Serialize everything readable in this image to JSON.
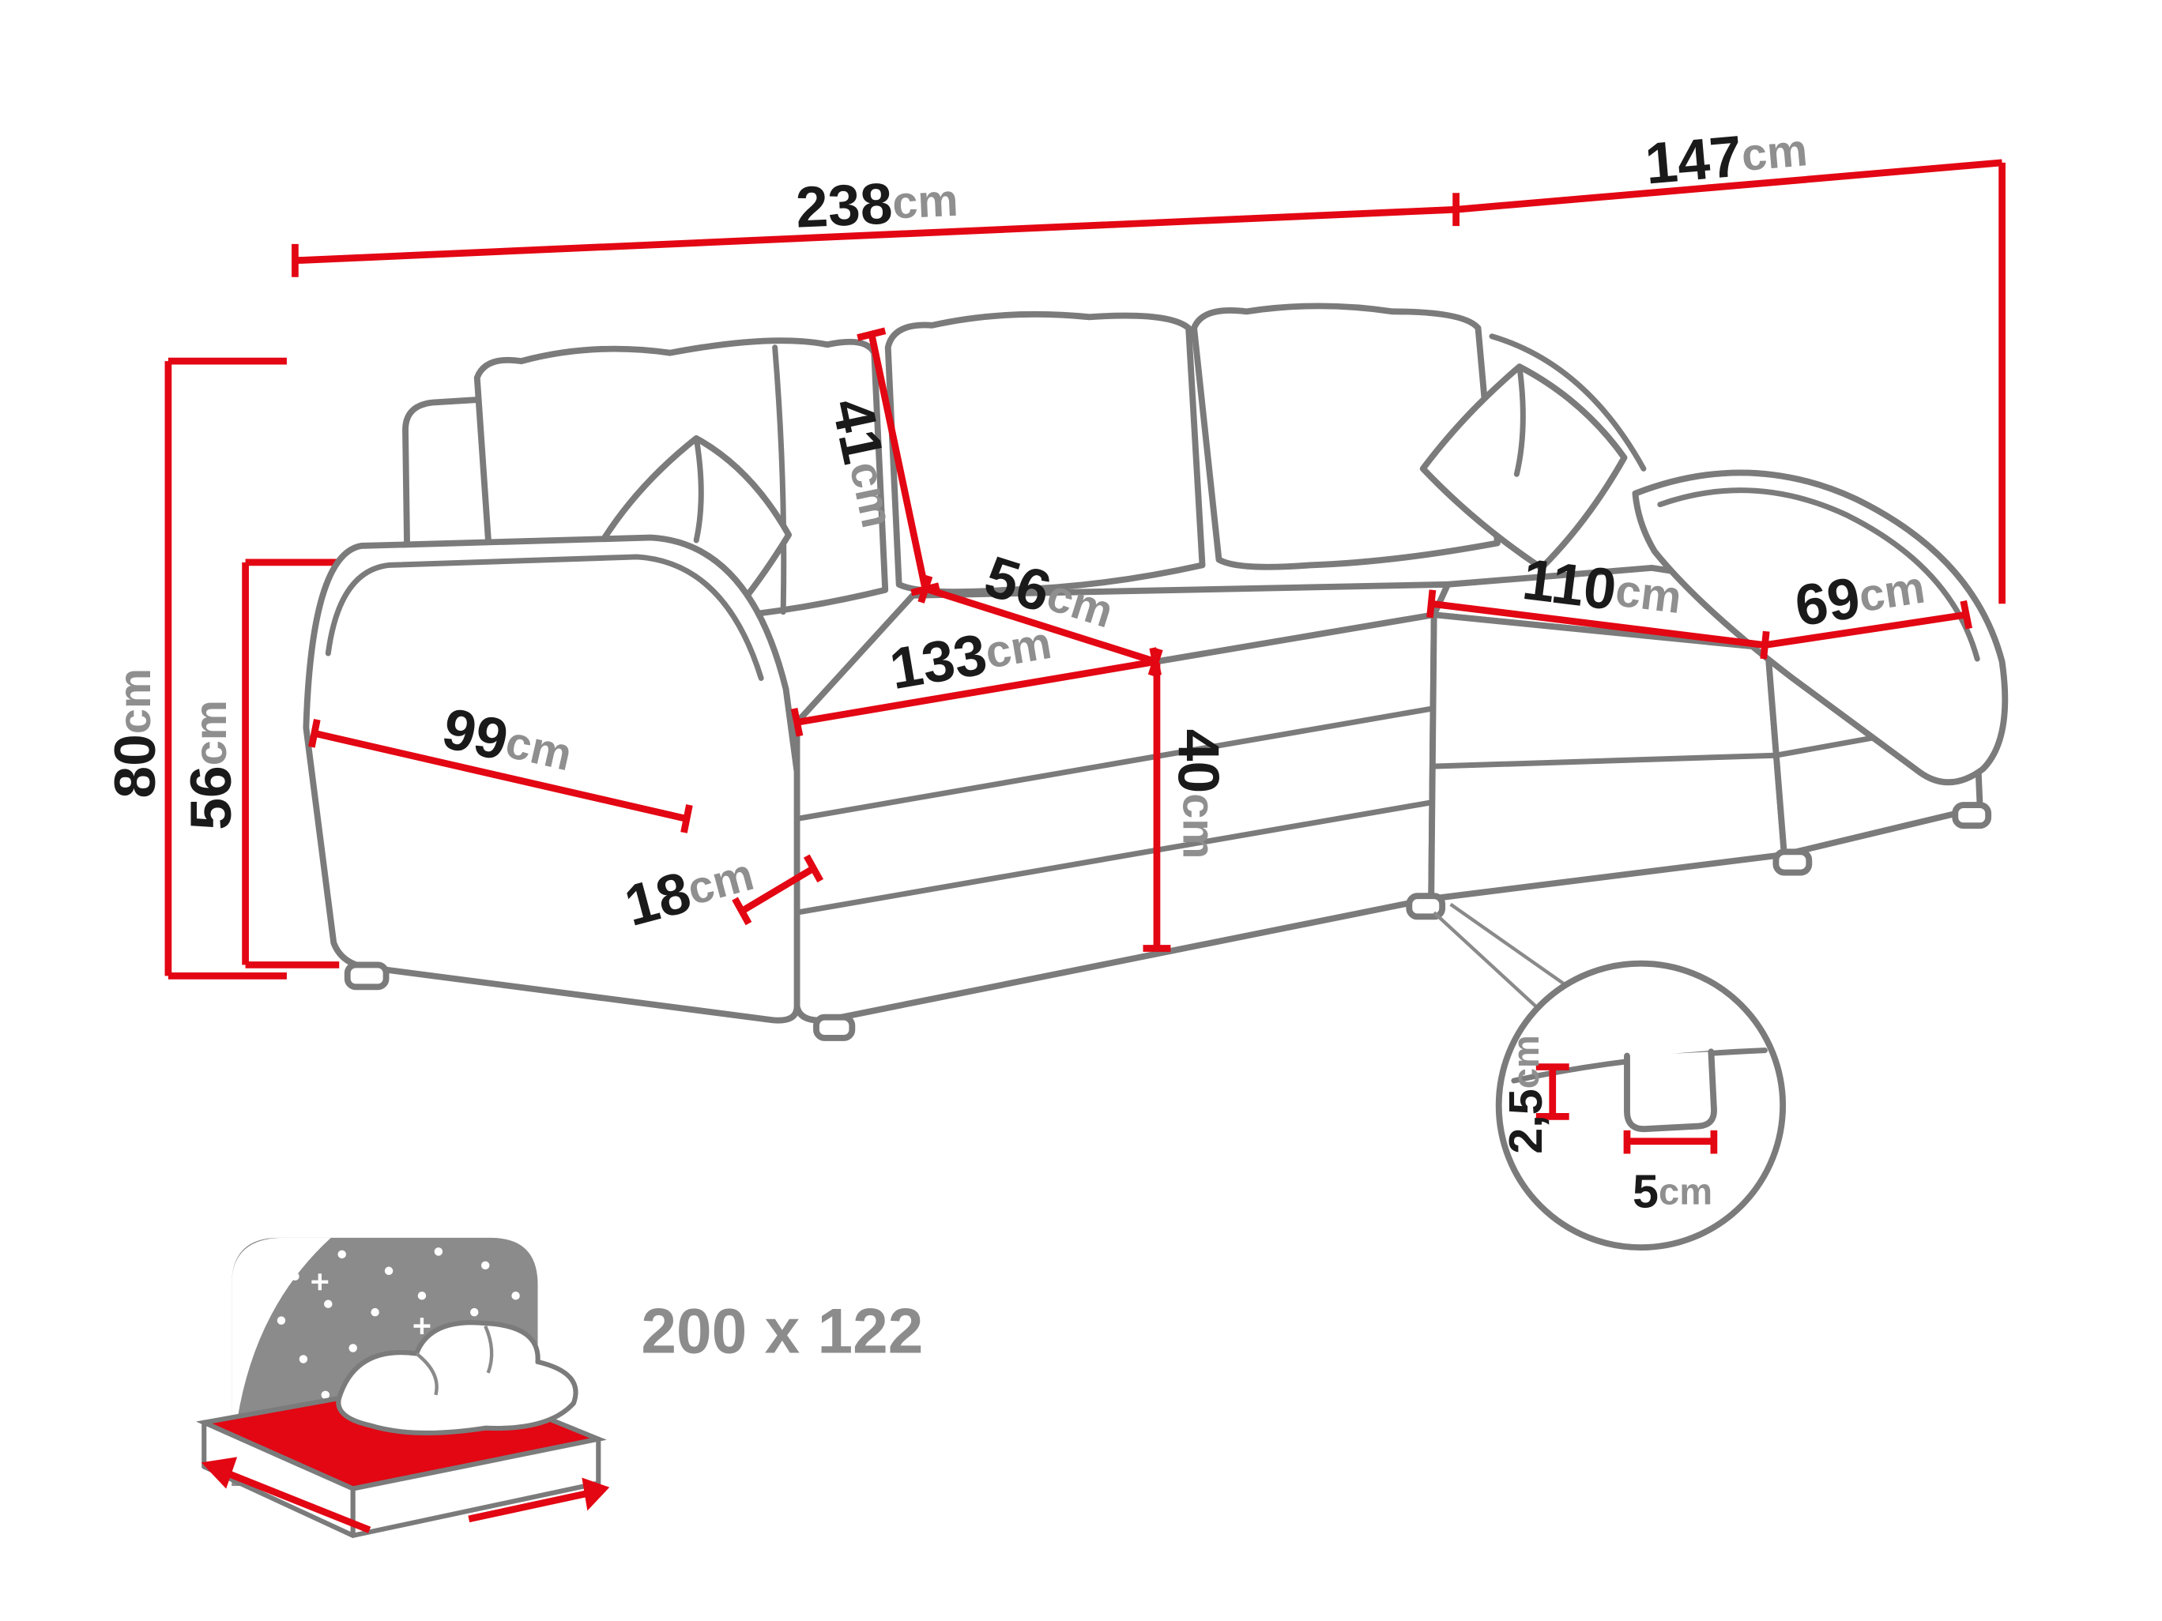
{
  "figure": {
    "type": "furniture-dimension-diagram",
    "subject": "corner sofa bed with chaise"
  },
  "dims": {
    "total_width": {
      "value": "238",
      "unit": "cm"
    },
    "total_depth": {
      "value": "147",
      "unit": "cm"
    },
    "total_height": {
      "value": "80",
      "unit": "cm"
    },
    "armrest_height": {
      "value": "56",
      "unit": "cm"
    },
    "back_cushion_height": {
      "value": "41",
      "unit": "cm"
    },
    "seat_depth": {
      "value": "56",
      "unit": "cm"
    },
    "seat_width": {
      "value": "133",
      "unit": "cm"
    },
    "armrest_length": {
      "value": "99",
      "unit": "cm"
    },
    "armrest_width": {
      "value": "18",
      "unit": "cm"
    },
    "seat_height": {
      "value": "40",
      "unit": "cm"
    },
    "chaise_length": {
      "value": "110",
      "unit": "cm"
    },
    "chaise_width": {
      "value": "69",
      "unit": "cm"
    },
    "leg_height": {
      "value": "2,5",
      "unit": "cm"
    },
    "leg_width": {
      "value": "5",
      "unit": "cm"
    }
  },
  "sleeping": {
    "label": "200 x 122"
  },
  "colors": {
    "dimension_red": "#e30613",
    "outline_gray": "#7b7b7b",
    "number_black": "#1a1a1a",
    "unit_gray": "#8f8f8f",
    "headboard_gray": "#8b8b8b"
  }
}
